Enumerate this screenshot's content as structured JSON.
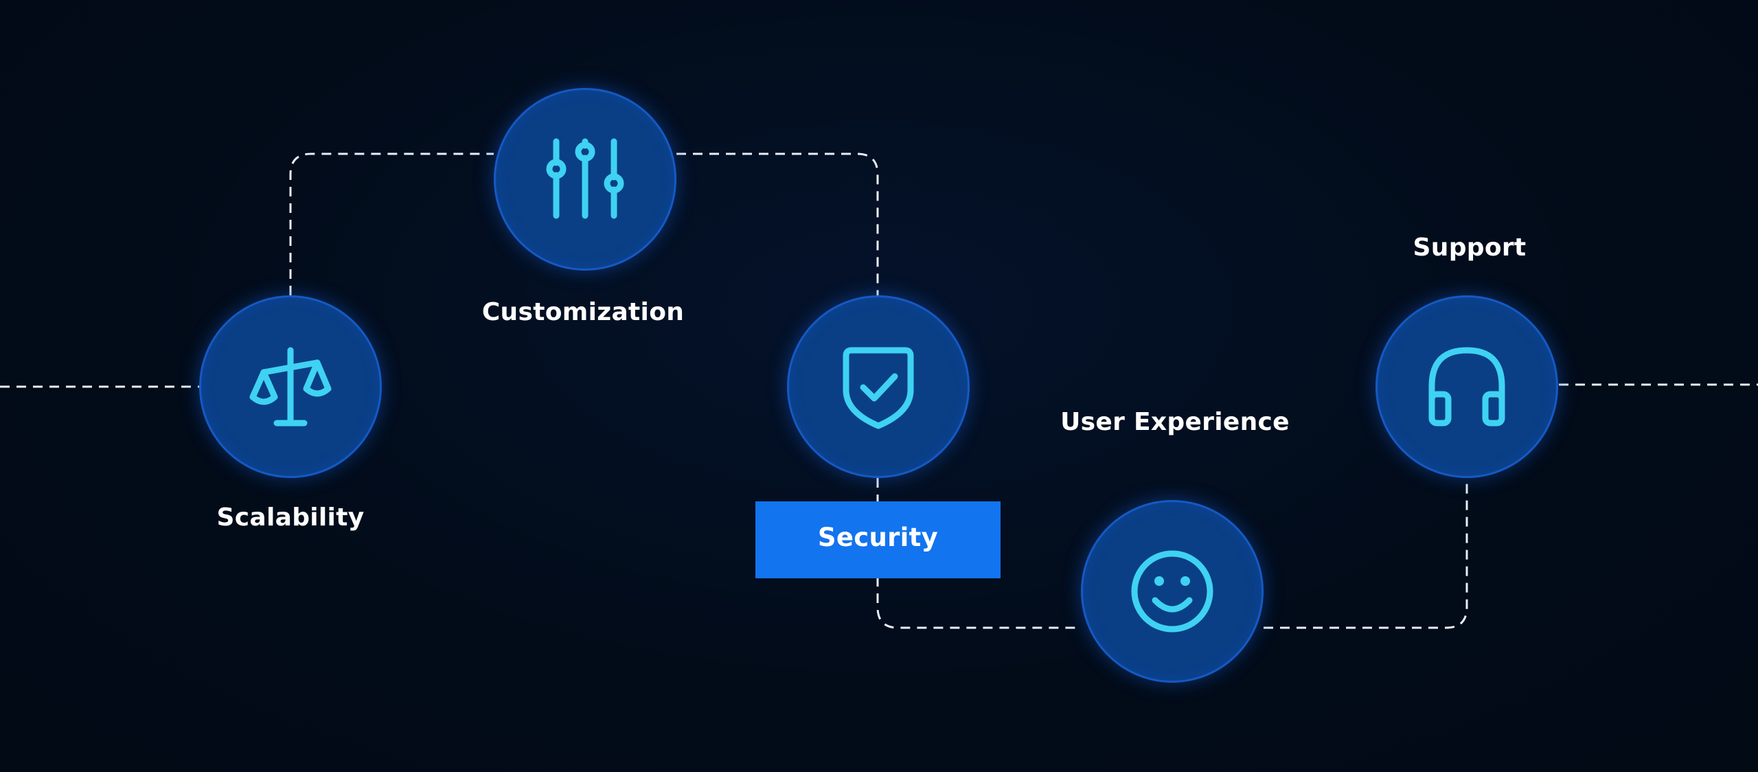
{
  "colors": {
    "background": "#020b18",
    "node_fill": "#0a3f86",
    "node_border": "#1559c4",
    "icon_stroke": "#3fd2f2",
    "connector": "#e8eef6",
    "label_text": "#ffffff",
    "highlight_fill": "#1274ee"
  },
  "nodes": [
    {
      "id": "scalability",
      "label": "Scalability",
      "icon": "balance-scale-icon"
    },
    {
      "id": "customization",
      "label": "Customization",
      "icon": "sliders-icon"
    },
    {
      "id": "security",
      "label": "Security",
      "icon": "shield-check-icon",
      "highlighted": true
    },
    {
      "id": "user-experience",
      "label": "User Experience",
      "icon": "smiley-face-icon"
    },
    {
      "id": "support",
      "label": "Support",
      "icon": "headphones-icon"
    }
  ]
}
